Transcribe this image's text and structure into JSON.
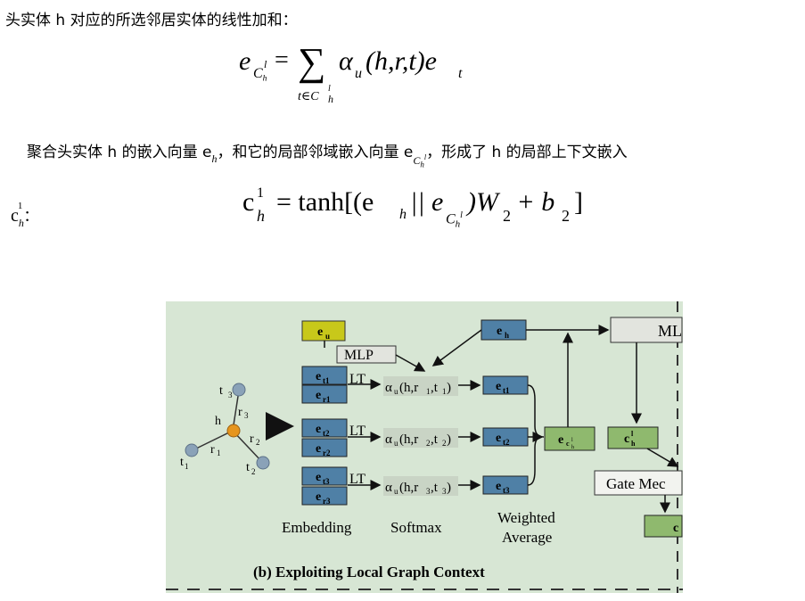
{
  "text": {
    "line1": "头实体 h 对应的所选邻居实体的线性加和：",
    "line2_part1": "聚合头实体 h 的嵌入向量 e",
    "line2_part2": "，和它的局部邻域嵌入向量 e",
    "line2_part3": "，形成了 h 的局部上下文嵌入",
    "line3_colon": "："
  },
  "formula1": {
    "lhs": "e",
    "sigma": "∑",
    "sigma_under": "t∈C",
    "rhs_alpha": "α",
    "rhs_args": "(h,r,t)e"
  },
  "formula2": {
    "lhs": "c",
    "eq": "= tanh[(e",
    "mid": "|| e",
    "rest": ")W",
    "plus": " + b",
    "close": "]"
  },
  "figure": {
    "caption": "(b) Exploiting Local Graph Context",
    "boxes": {
      "eu": "e",
      "mlp1": "MLP",
      "eh": "e",
      "mlp2": "ML",
      "gate": "Gate Mec"
    },
    "labels": {
      "lt": "LT",
      "embedding": "Embedding",
      "softmax": "Softmax",
      "weighted": "Weighted",
      "average": "Average"
    },
    "graph_labels": {
      "h": "h",
      "t1": "t",
      "t2": "t",
      "t3": "t",
      "r1": "r",
      "r2": "r",
      "r3": "r"
    },
    "colors": {
      "background": "#d7e6d4",
      "blue_box": "#4f80a6",
      "green_box": "#8fb96e",
      "yellow_box": "#c8c81a",
      "gray_box": "#e2e4de",
      "node_gray": "#8aa2b8",
      "node_orange": "#e6951e"
    }
  }
}
